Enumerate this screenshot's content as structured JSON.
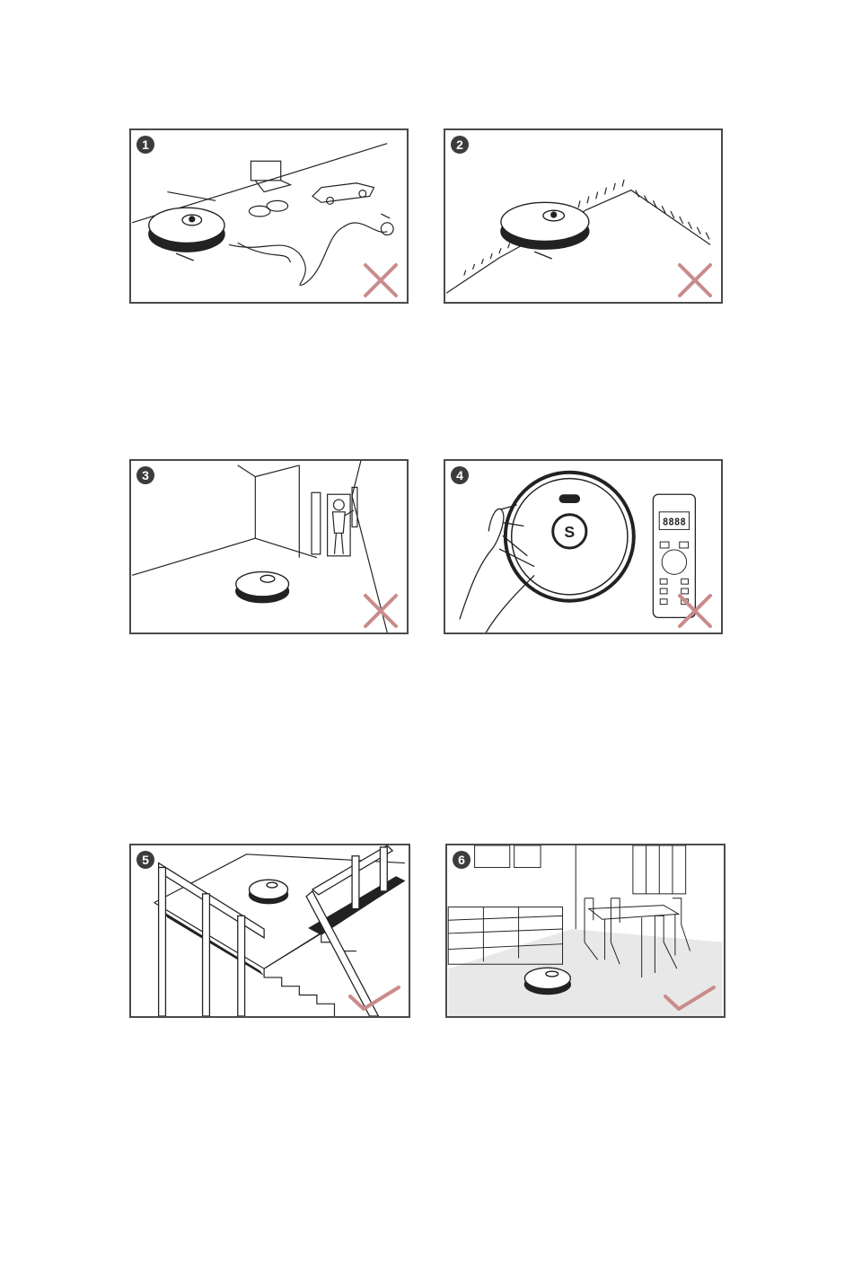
{
  "panels": [
    {
      "number": "1",
      "verdict": "incorrect",
      "icon": "cross-icon"
    },
    {
      "number": "2",
      "verdict": "incorrect",
      "icon": "cross-icon"
    },
    {
      "number": "3",
      "verdict": "incorrect",
      "icon": "cross-icon"
    },
    {
      "number": "4",
      "verdict": "incorrect",
      "icon": "cross-icon"
    },
    {
      "number": "5",
      "verdict": "correct",
      "icon": "check-icon"
    },
    {
      "number": "6",
      "verdict": "correct",
      "icon": "check-icon"
    }
  ],
  "robot_logo": "S",
  "remote": {
    "display": "8888"
  },
  "colors": {
    "frame": "#4a4a4a",
    "badge": "#3c3c3c",
    "mark": "#c98b8b",
    "line": "#222222",
    "floor": "#e8e8e8"
  }
}
